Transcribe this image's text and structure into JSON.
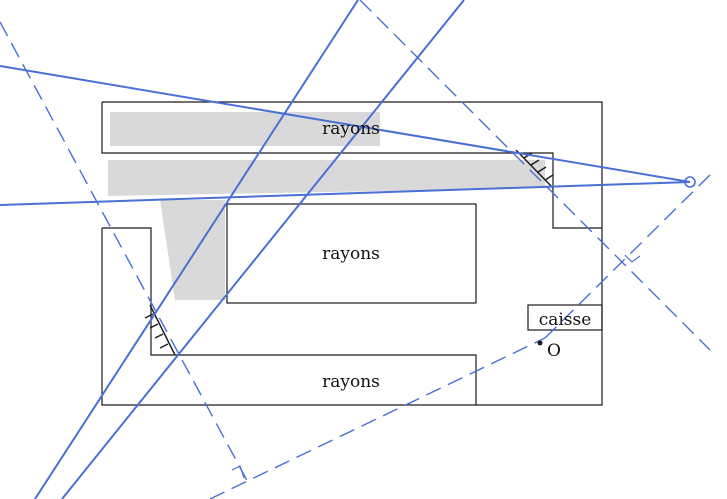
{
  "labels": {
    "shelf_top": "rayons",
    "shelf_middle": "rayons",
    "shelf_bottom": "rayons",
    "checkout": "caisse",
    "point_o": "O"
  },
  "colors": {
    "construction": "#4a6fd6",
    "walls": "#1a1a1a",
    "shaded_zone": "#d9d9d9"
  }
}
